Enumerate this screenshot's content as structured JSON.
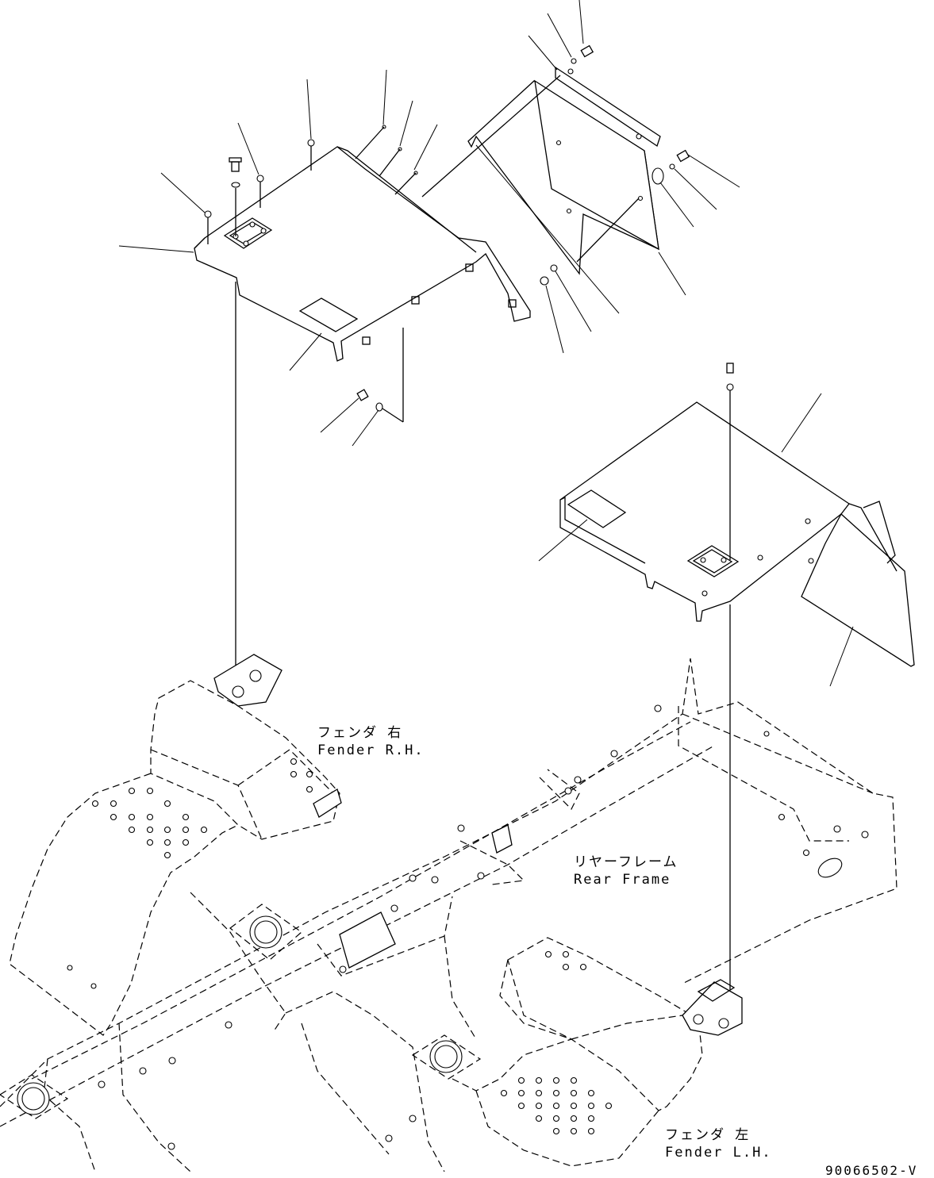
{
  "labels": {
    "fender_rh_jp": "フェンダ 右",
    "fender_rh_en": "Fender R.H.",
    "rear_frame_jp": "リヤーフレーム",
    "rear_frame_en": "Rear Frame",
    "fender_lh_jp": "フェンダ 左",
    "fender_lh_en": "Fender L.H."
  },
  "drawing_code": "90066502-V"
}
